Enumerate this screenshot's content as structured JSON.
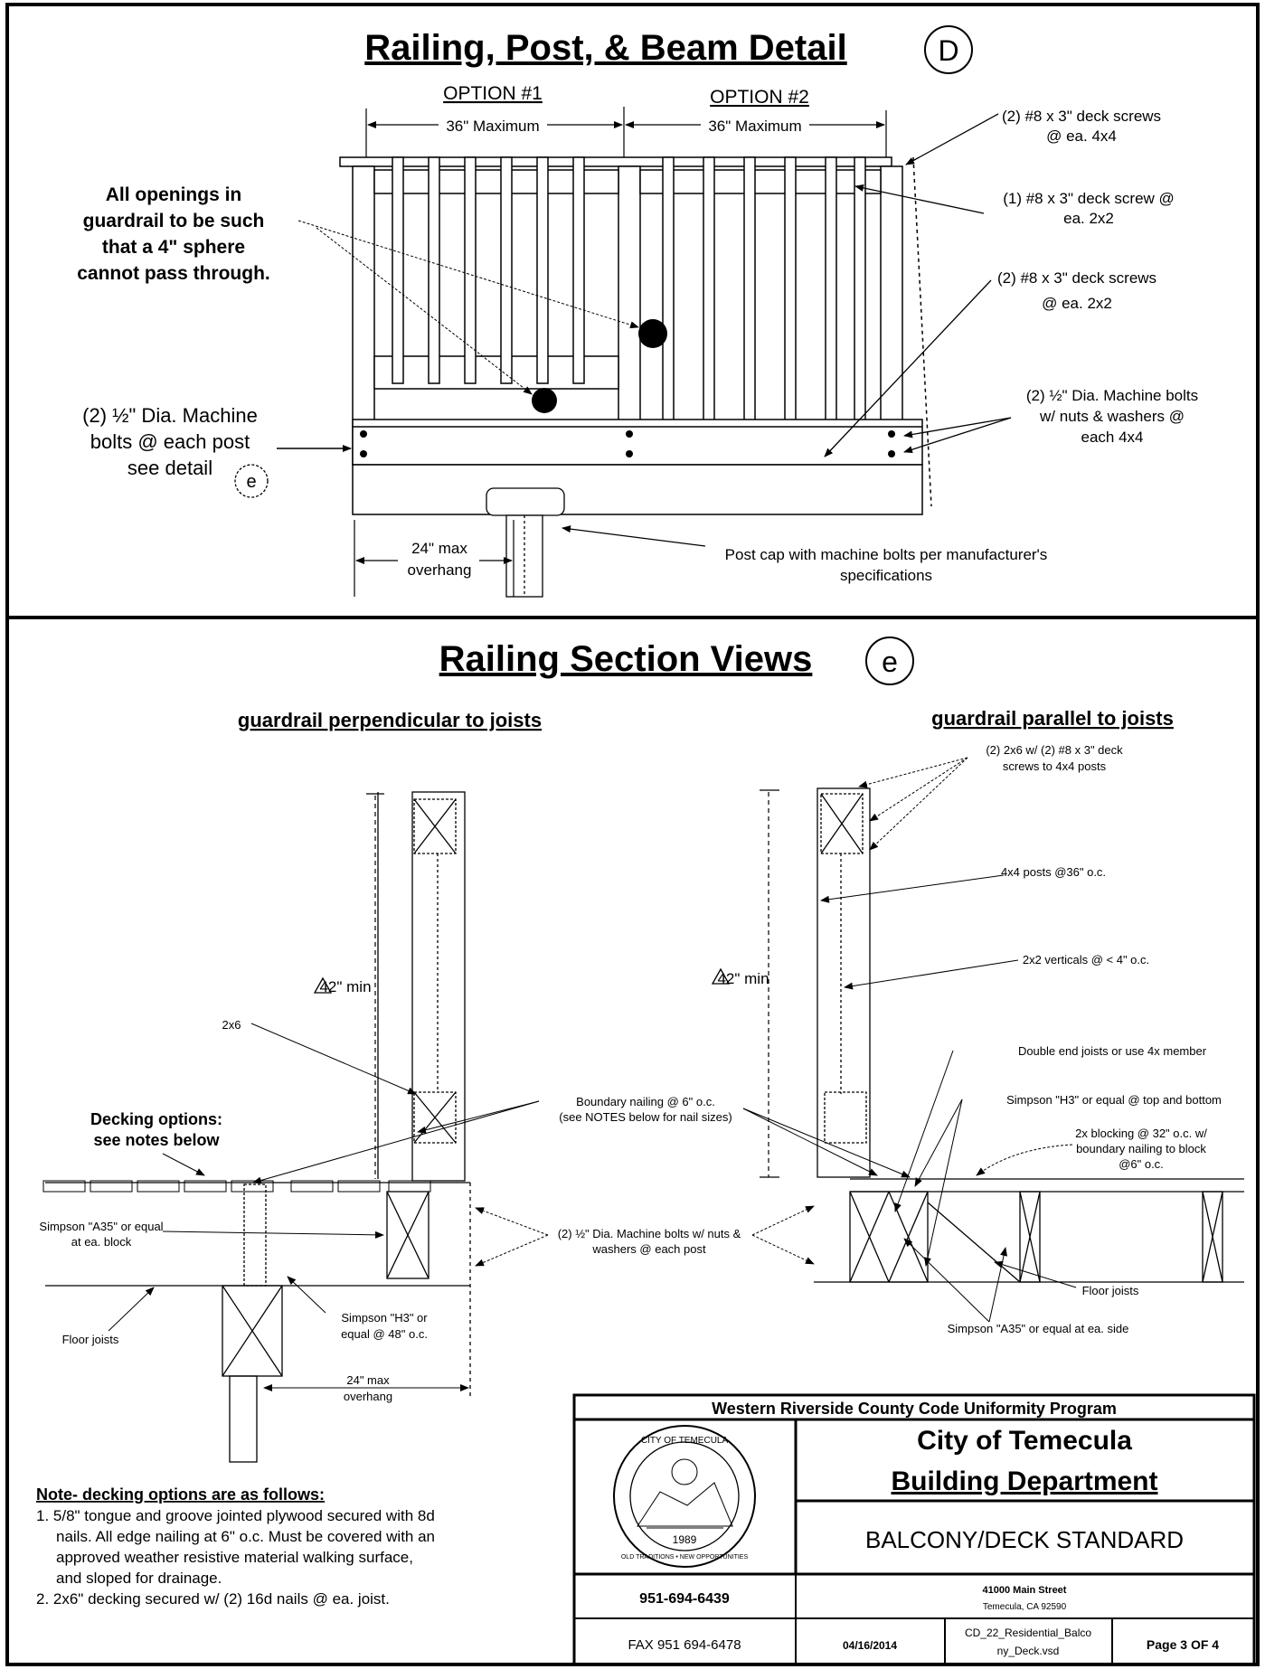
{
  "top": {
    "title": "Railing, Post, & Beam Detail",
    "badge": "D",
    "option1": "OPTION #1",
    "option2": "OPTION #2",
    "dim1": "36\" Maximum",
    "dim2": "36\" Maximum",
    "openings_note": [
      "All openings in",
      "guardrail to be such",
      "that a 4\" sphere",
      "cannot pass through."
    ],
    "screws_4x4": [
      "(2) #8 x 3\" deck screws",
      "@ ea. 4x4"
    ],
    "screw_2x2": [
      "(1) #8 x 3\" deck screw @",
      "ea. 2x2"
    ],
    "screws_2x2": [
      "(2) #8 x 3\" deck screws",
      "@ ea. 2x2"
    ],
    "bolts_4x4": [
      "(2) ½\" Dia. Machine bolts",
      "w/ nuts & washers @",
      "each 4x4"
    ],
    "bolts_post": [
      "(2) ½\" Dia. Machine",
      "bolts @ each post",
      "see detail"
    ],
    "detail_ref": "e",
    "overhang": [
      "24\" max",
      "overhang"
    ],
    "post_cap": [
      "Post cap with machine bolts per manufacturer's",
      "specifications"
    ]
  },
  "bottom": {
    "title": "Railing Section Views",
    "badge": "e",
    "perp_title": "guardrail perpendicular to joists",
    "para_title": "guardrail parallel to joists",
    "min_left": "42\" min",
    "min_right": "42\" min",
    "l_2x6": "2x6",
    "decking": [
      "Decking options:",
      "see notes below"
    ],
    "a35_left": [
      "Simpson \"A35\" or equal",
      "at ea. block"
    ],
    "floor_joists_left": "Floor joists",
    "h3_left": [
      "Simpson \"H3\" or",
      "equal @ 48\" o.c."
    ],
    "overhang_left": [
      "24\" max",
      "overhang"
    ],
    "boundary": [
      "Boundary nailing @ 6\" o.c.",
      "(see NOTES below for nail sizes)"
    ],
    "bolts_mid": [
      "(2) ½\" Dia. Machine bolts w/ nuts &",
      "washers @ each post"
    ],
    "r_2x6": [
      "(2) 2x6 w/ (2) #8 x 3\" deck",
      "screws to 4x4 posts"
    ],
    "r_4x4": "4x4 posts @36\" o.c.",
    "r_2x2": "2x2 verticals @ < 4\" o.c.",
    "r_double": "Double end joists or use 4x member",
    "r_h3": "Simpson \"H3\" or equal @ top and bottom",
    "r_blocking": [
      "2x blocking @ 32\" o.c. w/",
      "boundary nailing to block",
      "@6\" o.c."
    ],
    "r_floor": "Floor joists",
    "r_a35": "Simpson \"A35\" or equal at ea. side"
  },
  "notes": {
    "heading": "Note- decking options are as follows:",
    "lines": [
      "1. 5/8\" tongue and groove jointed plywood secured with 8d",
      "nails. All edge nailing at 6\" o.c. Must be covered with an",
      "approved weather resistive material walking surface,",
      "and sloped for drainage.",
      "2. 2x6\" decking  secured w/ (2) 16d nails @ ea. joist."
    ]
  },
  "title_block": {
    "program": "Western Riverside County Code Uniformity Program",
    "city": "City of Temecula",
    "dept": "Building Department",
    "standard": "BALCONY/DECK STANDARD",
    "phone": "951-694-6439",
    "address": [
      "41000 Main Street",
      "Temecula, CA 92590"
    ],
    "fax": "FAX 951 694-6478",
    "date": "04/16/2014",
    "file": [
      "CD_22_Residential_Balco",
      "ny_Deck.vsd"
    ],
    "page": "Page 3 OF 4",
    "seal": {
      "top": "CITY OF TEMECULA",
      "year": "1989",
      "bottom": "OLD TRADITIONS • NEW OPPORTUNITIES"
    }
  }
}
